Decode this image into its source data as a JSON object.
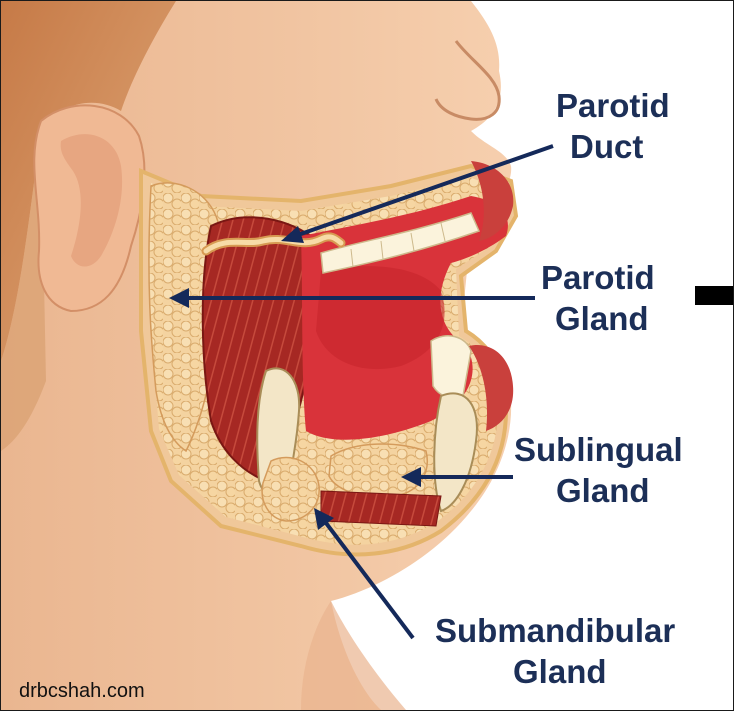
{
  "labels": {
    "parotid_duct": [
      "Parotid",
      "Duct"
    ],
    "parotid_gland": [
      "Parotid",
      "Gland"
    ],
    "sublingual_gland": [
      "Sublingual",
      "Gland"
    ],
    "submandibular_gland": [
      "Submandibular",
      "Gland"
    ]
  },
  "watermark": "drbcshah.com",
  "colors": {
    "label_text": "#1c2f57",
    "arrow": "#14295a",
    "skin": "#f1c29c",
    "hair": "#c8814f",
    "muscle": "#a82a24",
    "mouth": "#d9333a",
    "gland": "#f3cf97"
  }
}
